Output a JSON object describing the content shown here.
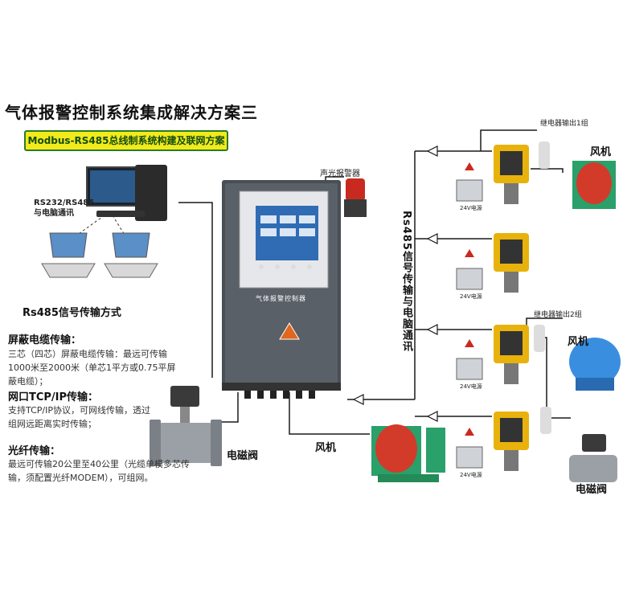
{
  "title": "气体报警控制系统集成解决方案三",
  "banner": "Modbus-RS485总线制系统构建及联网方案",
  "pc_link_label": "RS232/RS485与电脑通讯",
  "alarm_label": "声光报警器",
  "bus_label": "Rs485信号传输与电脑通讯",
  "controller_panel_text": "气体报警控制器",
  "transmission": {
    "heading": "Rs485信号传输方式",
    "sections": [
      {
        "title": "屏蔽电缆传输：",
        "text": "三芯（四芯）屏蔽电缆传输：最远可传输1000米至2000米（单芯1平方或0.75平屏蔽电缆）；"
      },
      {
        "title": "网口TCP/IP传输：",
        "text": "支持TCP/IP协议，可网线传输，透过组网远距离实时传输；"
      },
      {
        "title": "光纤传输：",
        "text": "最远可传输20公里至40公里（光缆单模多芯传输，须配置光纤MODEM），可组网。"
      }
    ]
  },
  "valve_label_left": "电磁阀",
  "fan_label_bottom": "风机",
  "relay_output_1": "继电器输出1组",
  "relay_output_2": "继电器输出2组",
  "fan_label_1": "风机",
  "fan_label_2": "风机",
  "valve_label_right": "电磁阀",
  "power_label": "24V电源",
  "colors": {
    "bus": "#1a1a1a",
    "banner_bg": "#f2ea1a",
    "banner_border": "#2a7b2a",
    "detector": "#e8b20c",
    "fan_green": "#2aa06a",
    "fan_red": "#d23a2a"
  }
}
